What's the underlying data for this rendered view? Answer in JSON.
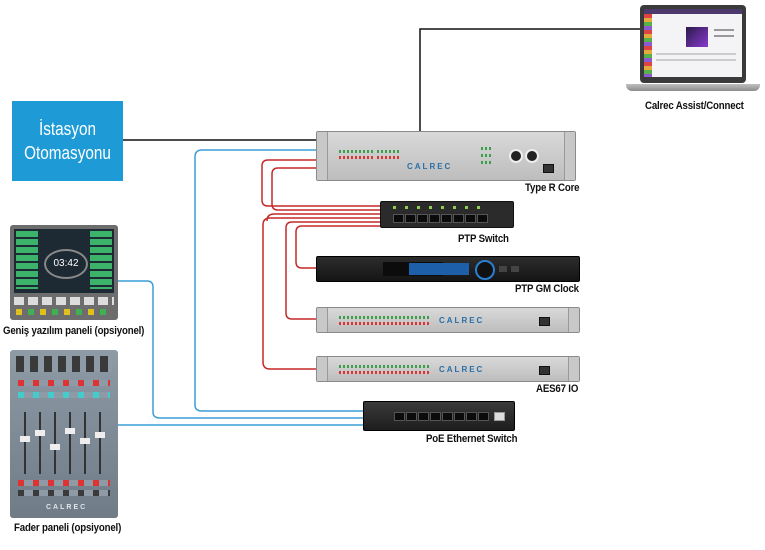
{
  "station": {
    "line1": "İstasyon",
    "line2": "Otomasyonu"
  },
  "labels": {
    "laptop": "Calrec Assist/Connect",
    "core": "Type R Core",
    "ptp_switch": "PTP Switch",
    "ptp_clock": "PTP GM Clock",
    "aes67_io": "AES67 IO",
    "poe_switch": "PoE Ethernet Switch",
    "software_panel": "Geniş yazılım paneli (opsiyonel)",
    "fader_panel": "Fader paneli (opsiyonel)"
  },
  "device_text": {
    "calrec_brand": "CALREC",
    "clock_display": "03:42",
    "fader_brand": "CALREC"
  },
  "colors": {
    "station_bg": "#1e9bd7",
    "wire_black": "#111111",
    "wire_blue": "#3a9fd8",
    "wire_red": "#c62828"
  }
}
